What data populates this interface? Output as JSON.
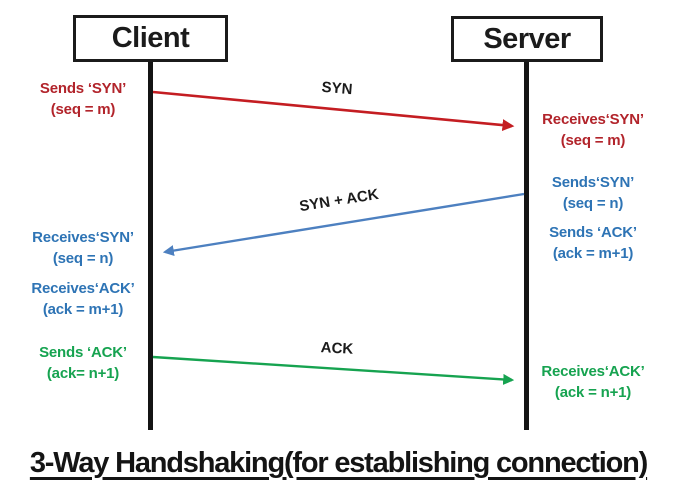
{
  "title": {
    "text": "3-Way Handshaking(for establishing connection)"
  },
  "actors": {
    "client": "Client",
    "server": "Server"
  },
  "colors": {
    "red_text": "#b2242b",
    "red_arrow": "#c41d22",
    "blue_text": "#2e74b5",
    "blue_arrow": "#4d80c0",
    "green": "#16a350",
    "lifeline_black": "#141414"
  },
  "messages": [
    {
      "label": "SYN",
      "from": "client",
      "to": "server",
      "color": "#c41d22"
    },
    {
      "label": "SYN + ACK",
      "from": "server",
      "to": "client",
      "color": "#4d80c0"
    },
    {
      "label": "ACK",
      "from": "client",
      "to": "server",
      "color": "#16a350"
    }
  ],
  "annotations": {
    "client": [
      {
        "line1": "Sends ‘SYN’",
        "line2": "(seq = m)",
        "color": "#b2242b"
      },
      {
        "line1": "Receives‘SYN’",
        "line2": "(seq = n)",
        "color": "#2e74b5"
      },
      {
        "line1": "Receives‘ACK’",
        "line2": "(ack = m+1)",
        "color": "#2e74b5"
      },
      {
        "line1": "Sends ‘ACK’",
        "line2": "(ack= n+1)",
        "color": "#16a350"
      }
    ],
    "server": [
      {
        "line1": "Receives‘SYN’",
        "line2": "(seq = m)",
        "color": "#b2242b"
      },
      {
        "line1": "Sends‘SYN’",
        "line2": "(seq = n)",
        "color": "#2e74b5"
      },
      {
        "line1": "Sends ‘ACK’",
        "line2": "(ack = m+1)",
        "color": "#2e74b5"
      },
      {
        "line1": "Receives‘ACK’",
        "line2": "(ack = n+1)",
        "color": "#16a350"
      }
    ]
  }
}
